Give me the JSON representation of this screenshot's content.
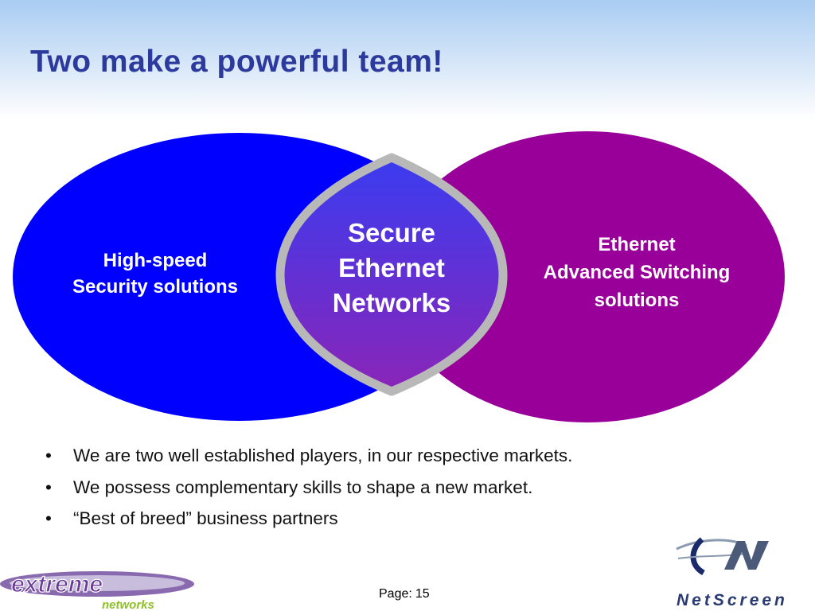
{
  "slide": {
    "title": "Two make a powerful team!",
    "page_label": "Page:",
    "page_number": "15"
  },
  "venn": {
    "left_lines": [
      "High-speed",
      "Security solutions"
    ],
    "right_lines": [
      "Ethernet",
      "Advanced Switching",
      "solutions"
    ],
    "center_lines": [
      "Secure",
      "Ethernet",
      "Networks"
    ],
    "colors": {
      "left_ellipse": "#0000ff",
      "right_ellipse": "#990099",
      "overlap_ring": "#b8b8b8",
      "title": "#2b3a9c"
    }
  },
  "bullets": [
    "We are two well established players, in our respective markets.",
    "We possess complementary skills to shape a new market.",
    "“Best of breed” business partners"
  ],
  "logos": {
    "extreme_main": "extreme",
    "extreme_sub": "networks",
    "netscreen": "NetScreen"
  }
}
